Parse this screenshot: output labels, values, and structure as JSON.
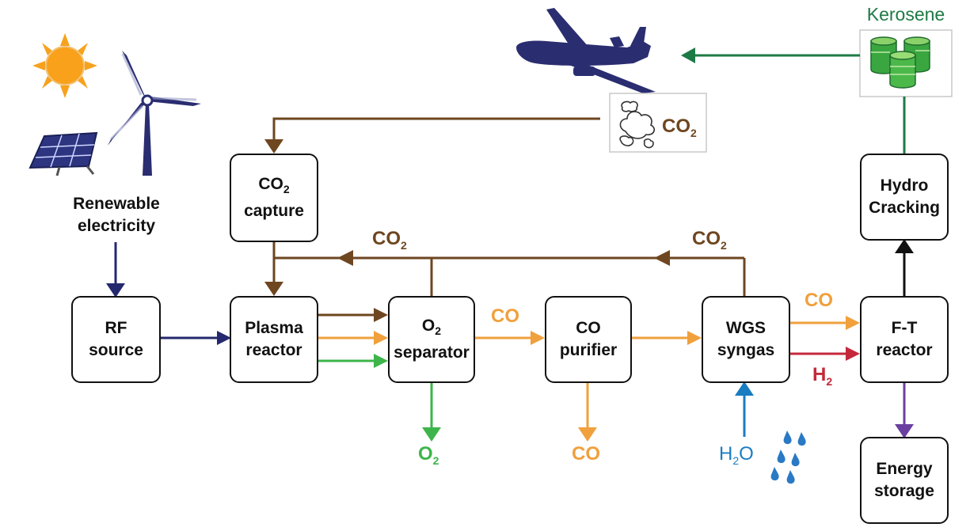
{
  "colors": {
    "navy": "#24286e",
    "brown": "#6e4620",
    "orange": "#f0a03c",
    "green": "#3db54a",
    "red": "#c4283b",
    "blue": "#1a7cc1",
    "dark_green": "#1e7a45",
    "black": "#111111",
    "purple": "#6b3fa0"
  },
  "icons": [
    "sun-icon",
    "wind-turbine-icon",
    "solar-panel-icon",
    "airplane-icon",
    "co2-cloud-icon",
    "fuel-barrels-icon",
    "water-drops-icon"
  ],
  "renewable": {
    "line1": "Renewable",
    "line2": "electricity"
  },
  "kerosene": "Kerosene",
  "boxes": {
    "rf": {
      "line1": "RF",
      "line2": "source"
    },
    "plasma": {
      "line1": "Plasma",
      "line2": "reactor"
    },
    "co2_capture": {
      "co2_main": "CO",
      "co2_sub": "2",
      "line2": "capture"
    },
    "o2_separator": {
      "o2_main": "O",
      "o2_sub": "2",
      "line2": "separator"
    },
    "co_purifier": {
      "line1": "CO",
      "line2": "purifier"
    },
    "wgs": {
      "line1": "WGS",
      "line2": "syngas"
    },
    "ft": {
      "line1": "F-T",
      "line2": "reactor"
    },
    "hydro": {
      "line1": "Hydro",
      "line2": "Cracking"
    },
    "energy": {
      "line1": "Energy",
      "line2": "storage"
    }
  },
  "labels": {
    "co2_cloud": {
      "main": "CO",
      "sub": "2"
    },
    "co2_recycle_left": {
      "main": "CO",
      "sub": "2"
    },
    "co2_recycle_right": {
      "main": "CO",
      "sub": "2"
    },
    "co_to_purifier": "CO",
    "co_to_ft": "CO",
    "h2": {
      "main": "H",
      "sub": "2"
    },
    "o2_out": {
      "main": "O",
      "sub": "2"
    },
    "co_out": "CO",
    "h2o": {
      "pre": "H",
      "sub": "2",
      "post": "O"
    }
  }
}
